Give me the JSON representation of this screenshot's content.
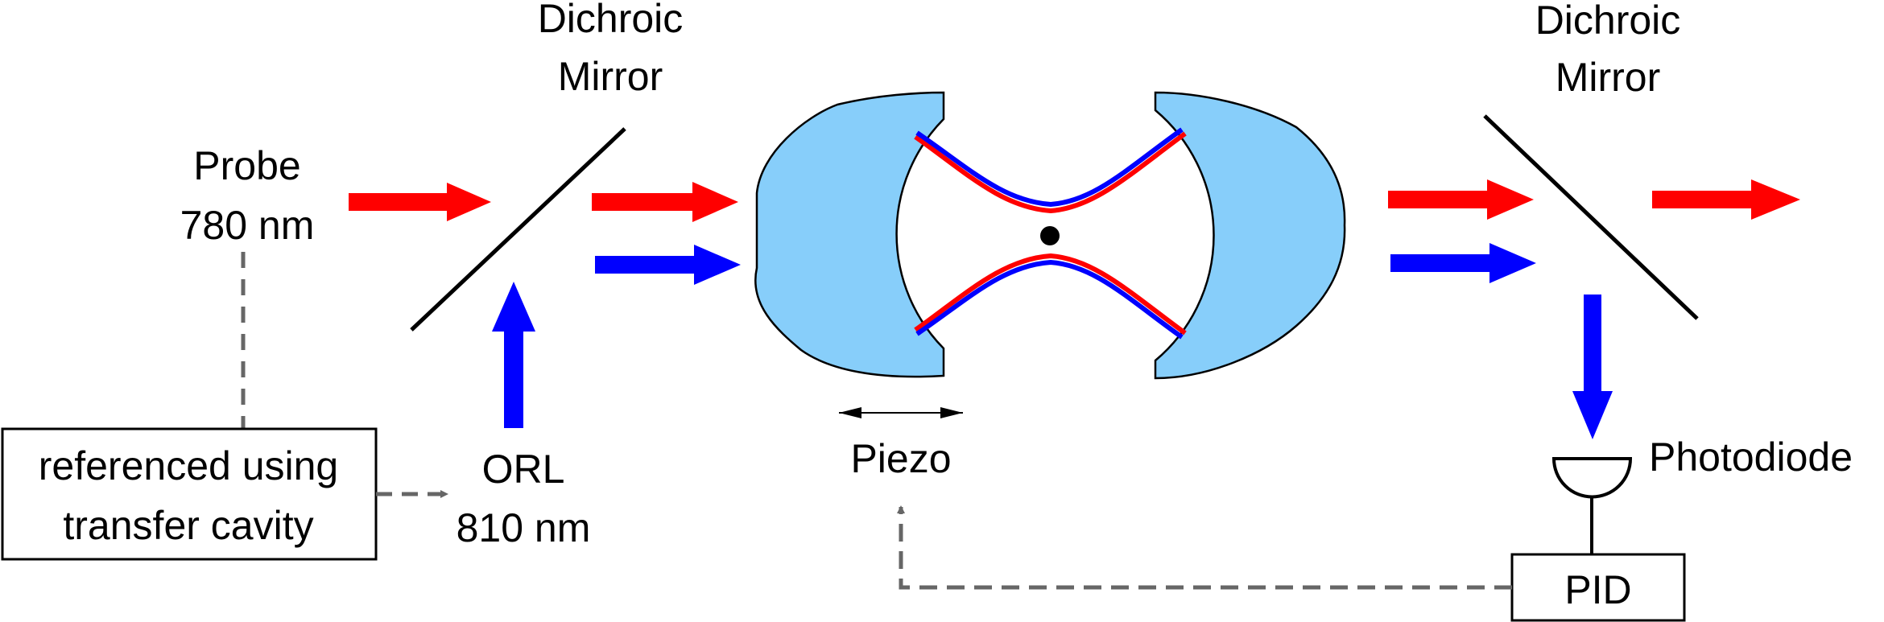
{
  "labels": {
    "dichroic_left_line1": "Dichroic",
    "dichroic_left_line2": "Mirror",
    "dichroic_right_line1": "Dichroic",
    "dichroic_right_line2": "Mirror",
    "probe_line1": "Probe",
    "probe_line2": "780 nm",
    "orl_line1": "ORL",
    "orl_line2": "810 nm",
    "reference_line1": "referenced using",
    "reference_line2": "transfer cavity",
    "piezo": "Piezo",
    "photodiode": "Photodiode",
    "pid": "PID"
  },
  "colors": {
    "probe_beam": "#ff0000",
    "orl_beam": "#0000ff",
    "mirror_fill": "#87cefa",
    "feedback_line": "#666666"
  }
}
